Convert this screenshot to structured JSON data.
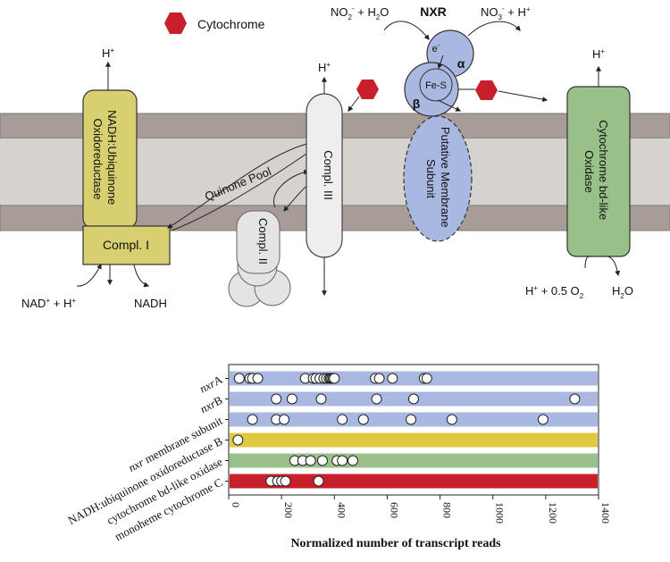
{
  "legend": {
    "cytochrome_label": "Cytochrome",
    "cytochrome_color": "#c8202a"
  },
  "nxr": {
    "title": "NXR",
    "alpha": "α",
    "beta": "β",
    "electron": "e",
    "electron_sup": "-",
    "fes": "Fe-S",
    "membrane_line1": "Putative Membrane",
    "membrane_line2": "Subunit",
    "substrate_left": "NO",
    "substrate_left_sub": "2",
    "substrate_left_sup": "-",
    "substrate_left_rest": " + H",
    "substrate_left_sub2": "2",
    "substrate_left_end": "O",
    "product_right": "NO",
    "product_right_sub": "3",
    "product_right_sup": "-",
    "product_right_rest": " + H",
    "product_right_sup2": "+",
    "color": "#a8b8e0"
  },
  "complex1": {
    "line1": "NADH:Ubiquinone",
    "line2": "Oxidoreductase",
    "label": "Compl. I",
    "color": "#d8d070",
    "proton": "H",
    "proton_sup": "+",
    "nad": "NAD",
    "nad_sup": "+",
    "nad_rest": " + H",
    "nad_sup2": "+",
    "nadh": "NADH"
  },
  "quinone_pool": "Quinone Pool",
  "complex2": {
    "label": "Compl. II"
  },
  "complex3": {
    "label": "Compl. III",
    "proton": "H",
    "proton_sup": "+"
  },
  "oxidase": {
    "line1": "Cytochrome bd-like",
    "line2": "Oxidase",
    "color": "#98c088",
    "proton": "H",
    "proton_sup": "+",
    "substrate": "H",
    "substrate_sup": "+",
    "substrate_rest": " + 0.5 O",
    "substrate_sub": "2",
    "product": "H",
    "product_sub": "2",
    "product_end": "O"
  },
  "chart_data": {
    "type": "scatter",
    "xlabel": "Normalized number of transcript reads",
    "xlim": [
      0,
      1400
    ],
    "xticks": [
      0,
      200,
      400,
      600,
      800,
      1000,
      1200,
      1400
    ],
    "rows": [
      {
        "label": "nxrA",
        "italic_prefix": "nxr",
        "suffix": "A",
        "band_color": "#a8b8e0",
        "values": [
          40,
          80,
          90,
          110,
          290,
          320,
          330,
          345,
          360,
          370,
          380,
          385,
          390,
          395,
          400,
          555,
          570,
          620,
          740,
          750
        ]
      },
      {
        "label": "nxrB",
        "italic_prefix": "nxr",
        "suffix": "B",
        "band_color": "#a8b8e0",
        "values": [
          180,
          240,
          350,
          560,
          700,
          1310
        ]
      },
      {
        "label": "nxr membrane subunit",
        "italic_prefix": "nxr",
        "suffix": " membrane subunit",
        "band_color": "#a8b8e0",
        "values": [
          90,
          180,
          210,
          430,
          510,
          690,
          845,
          1190
        ]
      },
      {
        "label": "NADH:ubiquinone oxidoreductase B",
        "band_color": "#e0c840",
        "values": [
          35
        ]
      },
      {
        "label": "cytochrome bd-like oxidase",
        "band_color": "#98c088",
        "values": [
          250,
          280,
          310,
          355,
          410,
          430,
          470
        ]
      },
      {
        "label": "monoheme cytochrome C",
        "band_color": "#c8202a",
        "values": [
          160,
          185,
          200,
          215,
          340
        ]
      }
    ]
  }
}
